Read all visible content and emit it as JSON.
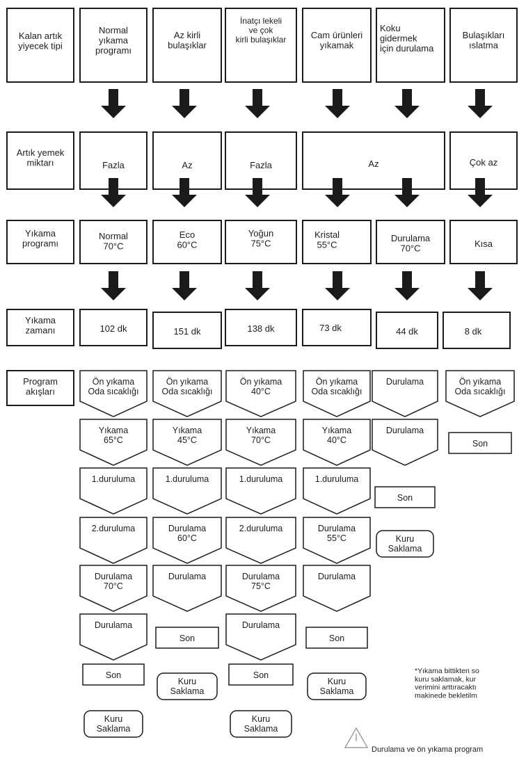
{
  "header_row": {
    "label": "Kalan artık\nyiyecek tipi",
    "cells": [
      "Normal\nyıkama\nprogramı",
      "Az kirli\nbulaşıklar",
      "İnatçı lekeli\nve çok\nkirli bulaşıklar",
      "Cam ürünleri\nyıkamak",
      "Koku\ngidermek\niçin durulama",
      "Bulaşıkları\nıslatma"
    ]
  },
  "amount_row": {
    "label": "Artık yemek\nmiktarı",
    "cells": [
      "Fazla",
      "Az",
      "Fazla",
      "Az",
      "Çok az"
    ]
  },
  "program_row": {
    "label": "Yıkama\nprogramı",
    "cells": [
      "Normal\n70°C",
      "Eco\n60°C",
      "Yoğun\n75°C",
      "Kristal\n55°C",
      "Durulama\n70°C",
      "Kısa"
    ]
  },
  "time_row": {
    "label": "Yıkama\nzamanı",
    "cells": [
      "102 dk",
      "151 dk",
      "138 dk",
      "73 dk",
      "44 dk",
      "8 dk"
    ]
  },
  "flow_row": {
    "label": "Program\nakışları",
    "columns": [
      [
        "Ön yıkama\nOda sıcaklığı",
        "Yıkama\n65°C",
        "1.duruluma",
        "2.duruluma",
        "Durulama\n70°C",
        "Durulama",
        "Son",
        "Kuru\nSaklama"
      ],
      [
        "Ön yıkama\nOda sıcaklığı",
        "Yıkama\n45°C",
        "1.duruluma",
        "Durulama\n60°C",
        "Durulama",
        "Son",
        "Kuru\nSaklama"
      ],
      [
        "Ön yıkama\n40°C",
        "Yıkama\n70°C",
        "1.duruluma",
        "2.duruluma",
        "Durulama\n75°C",
        "Durulama",
        "Son",
        "Kuru\nSaklama"
      ],
      [
        "Ön yıkama\nOda sıcaklığı",
        "Yıkama\n40°C",
        "1.duruluma",
        "Durulama\n55°C",
        "Durulama",
        "Son",
        "Kuru\nSaklama"
      ],
      [
        "Durulama",
        "Durulama",
        "Son",
        "Kuru\nSaklama"
      ],
      [
        "Ön yıkama\nOda sıcaklığı",
        "Son"
      ]
    ]
  },
  "footnote": {
    "text": "*Yıkama bittikten so\nkuru saklamak, kur\nverimini arttıracaktı\nmakinede bekletilm"
  },
  "warning": {
    "text": "Durulama ve ön yıkama program"
  }
}
